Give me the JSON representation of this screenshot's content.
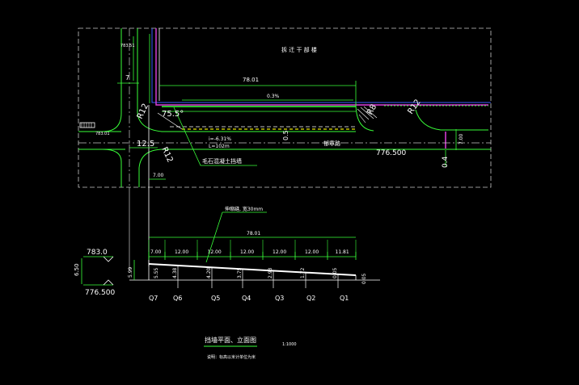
{
  "plan": {
    "building_label": "拆 迁 干 部 楼",
    "dim_top": "78.01",
    "slope_top": "0.3%",
    "angle_label": "75.5°",
    "slope_road": "i=-6.31%",
    "length_road": "L=102m",
    "road_name": "郁章路",
    "elev_right": "776.500",
    "dim_right_small": "7.00",
    "dim_right_04": "0.4",
    "dim_left_7": "7",
    "dim_left_783": "783.51",
    "dim_left_12_5": "12.5",
    "dim_left_783_lower": "783.01",
    "radius_r12": "R12",
    "radius_r12_lower": "R12",
    "radius_r12_right": "R12",
    "radius_r8": "R8",
    "dim_center_05": "0.5",
    "dim_700_left": "7.00",
    "callout_label": "毛石混凝土挡墙"
  },
  "profile": {
    "callout": "伸缩缝, 宽30mm",
    "total_dim": "78.01",
    "seg_dims": [
      "7.00",
      "12.00",
      "12.00",
      "12.00",
      "12.00",
      "12.00",
      "11.81"
    ],
    "elev_top": "783.0",
    "elev_bottom": "776.500",
    "dim_650": "6.50",
    "left_heights": [
      "5.99",
      "5.55"
    ],
    "heights": [
      "4.38",
      "4.20",
      "3.75",
      "2.93",
      "1.72",
      "0.05"
    ],
    "stations": [
      "Q7",
      "Q6",
      "Q5",
      "Q4",
      "Q3",
      "Q2",
      "Q1"
    ]
  },
  "title": {
    "main": "挡墙平面、立面图",
    "scale": "1:1000",
    "note": "说明：标高以米计单位为米"
  }
}
